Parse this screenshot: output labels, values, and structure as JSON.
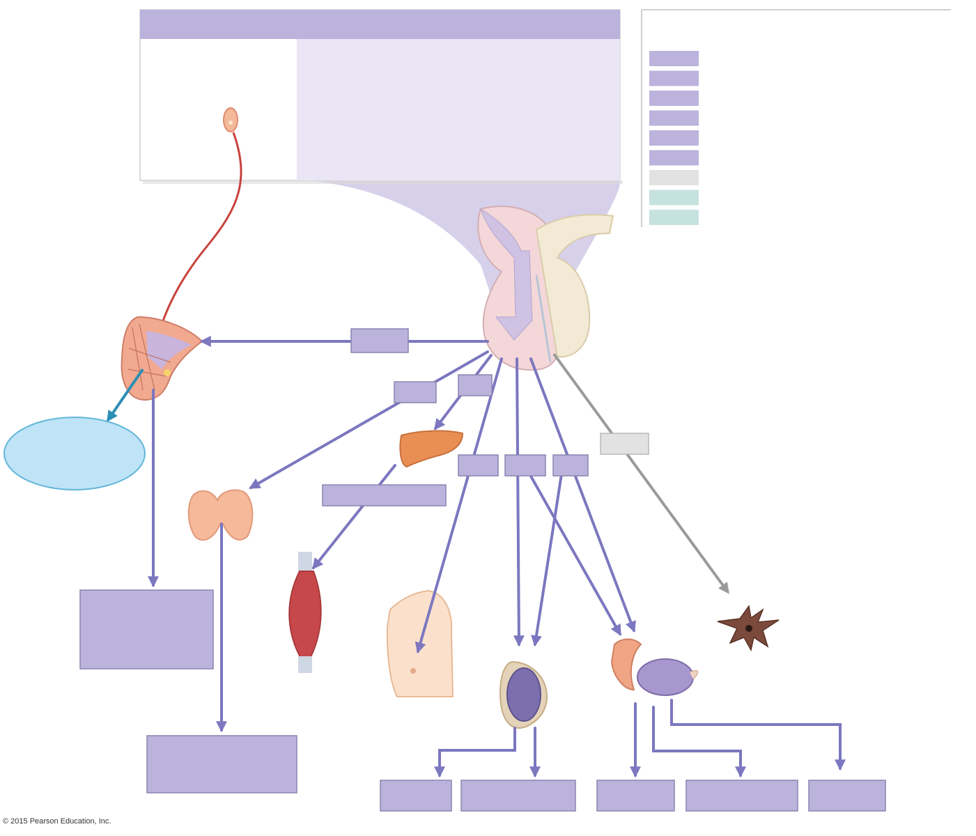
{
  "footer": {
    "copyright": "© 2015 Pearson Education, Inc."
  },
  "colors": {
    "label_fill": "#bcb3dc",
    "label_border": "#8a84b0",
    "arrow": "#7c77bf",
    "gray_label": "#e2e2e2",
    "teal_label": "#c6e2df",
    "sky_oval": "#bfe3f7",
    "neuron_red": "#c8423c",
    "teal_arrow": "#2c8fb5"
  },
  "legend": {
    "swatches": [
      "purple",
      "purple",
      "purple",
      "purple",
      "purple",
      "purple",
      "gray",
      "teal",
      "teal"
    ]
  }
}
